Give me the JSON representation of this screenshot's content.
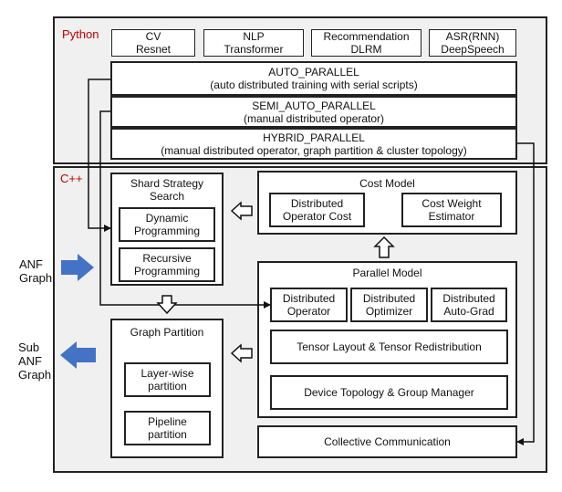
{
  "python_section": {
    "label": "Python",
    "models": [
      {
        "line1": "CV",
        "line2": "Resnet"
      },
      {
        "line1": "NLP",
        "line2": "Transformer"
      },
      {
        "line1": "Recommendation",
        "line2": "DLRM"
      },
      {
        "line1": "ASR(RNN)",
        "line2": "DeepSpeech"
      }
    ],
    "modes": [
      {
        "title": "AUTO_PARALLEL",
        "desc": "(auto distributed training with serial scripts)"
      },
      {
        "title": "SEMI_AUTO_PARALLEL",
        "desc": "(manual distributed operator)"
      },
      {
        "title": "HYBRID_PARALLEL",
        "desc": "(manual distributed operator, graph partition & cluster topology)"
      }
    ]
  },
  "cpp_section": {
    "label": "C++",
    "shard_strategy": {
      "title_line1": "Shard Strategy",
      "title_line2": "Search",
      "items": [
        {
          "line1": "Dynamic",
          "line2": "Programming"
        },
        {
          "line1": "Recursive",
          "line2": "Programming"
        }
      ]
    },
    "cost_model": {
      "title": "Cost Model",
      "items": [
        {
          "line1": "Distributed",
          "line2": "Operator Cost"
        },
        {
          "line1": "Cost Weight",
          "line2": "Estimator"
        }
      ]
    },
    "parallel_model": {
      "title": "Parallel Model",
      "items": [
        {
          "line1": "Distributed",
          "line2": "Operator"
        },
        {
          "line1": "Distributed",
          "line2": "Optimizer"
        },
        {
          "line1": "Distributed",
          "line2": "Auto-Grad"
        }
      ],
      "tensor_layout": "Tensor Layout & Tensor Redistribution",
      "device_topology": "Device Topology & Group Manager"
    },
    "graph_partition": {
      "title": "Graph Partition",
      "items": [
        {
          "line1": "Layer-wise",
          "line2": "partition"
        },
        {
          "line1": "Pipeline",
          "line2": "partition"
        }
      ]
    },
    "collective": "Collective Communication"
  },
  "input_label": {
    "line1": "ANF",
    "line2": "Graph"
  },
  "output_label": {
    "line1": "Sub",
    "line2": "ANF",
    "line3": "Graph"
  },
  "colors": {
    "arrow_fill": "#4472c4",
    "section_label": "#c00000",
    "region_bg": "#f0f0f0"
  }
}
